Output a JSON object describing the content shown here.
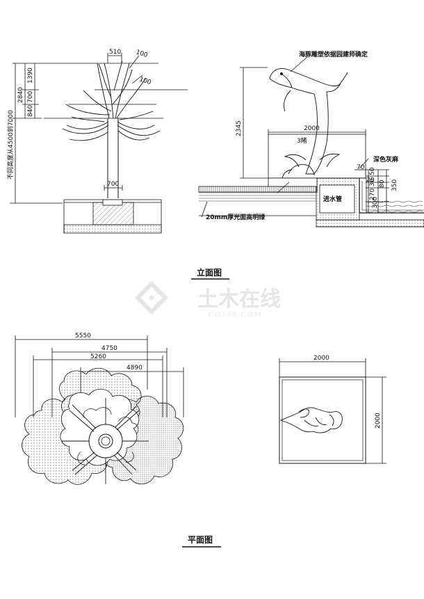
{
  "elevation_title": "立面图",
  "plan_title": "平面图",
  "watermark": {
    "brand": "土木在线",
    "site": "CO188.COM"
  },
  "tree_elevation": {
    "top_dims": [
      "510",
      "100",
      "100"
    ],
    "left_dims": [
      "2840",
      "1390",
      "700",
      "840"
    ],
    "height_note": "不同高度从4500到7000",
    "base_dim": "700"
  },
  "dolphin_elevation": {
    "sculpture_note": "海豚雕塑依据园建师确定",
    "height_dim": "2345",
    "width_dim": "2000",
    "small_label": "3睹",
    "finish_note": "深色灰麻",
    "right_dims": [
      "70",
      "50",
      "20",
      "30",
      "270",
      "80",
      "350",
      "300"
    ],
    "pipe_label": "进水管",
    "glass_note": "20mm厚光面高明绿"
  },
  "tree_plan": {
    "dims": [
      "5550",
      "4750",
      "5260",
      "4890"
    ]
  },
  "dolphin_plan": {
    "width_dim": "2000",
    "height_dim": "2000"
  }
}
